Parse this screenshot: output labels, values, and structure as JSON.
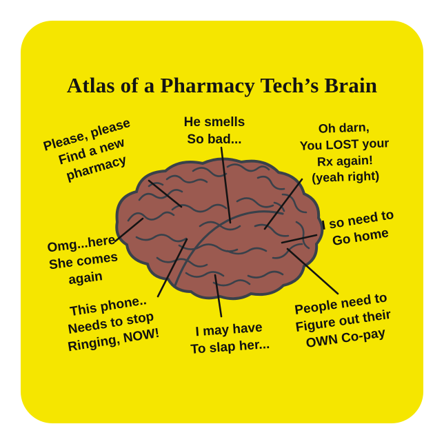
{
  "sticker": {
    "title": "Atlas of a Pharmacy Tech’s Brain",
    "colors": {
      "sticker_bg": "#f5e600",
      "brain_fill": "#9b5a50",
      "brain_outline": "#39414a",
      "line_color": "#141414",
      "text_color": "#111111"
    },
    "labels": [
      {
        "id": "find-new-pharmacy",
        "lines": [
          "Please, please",
          "Find a new",
          "pharmacy"
        ]
      },
      {
        "id": "he-smells",
        "lines": [
          "He smells",
          "So bad..."
        ]
      },
      {
        "id": "lost-rx",
        "lines": [
          "Oh darn,",
          "You LOST your",
          "Rx again!",
          "(yeah right)"
        ]
      },
      {
        "id": "omg-here",
        "lines": [
          "Omg...here",
          "She comes",
          "again"
        ]
      },
      {
        "id": "go-home",
        "lines": [
          "I so need to",
          "Go home"
        ]
      },
      {
        "id": "phone-ringing",
        "lines": [
          "This phone..",
          "Needs to stop",
          "Ringing, NOW!"
        ]
      },
      {
        "id": "slap-her",
        "lines": [
          "I may have",
          "To slap her..."
        ]
      },
      {
        "id": "own-copay",
        "lines": [
          "People need to",
          "Figure out their",
          "OWN Co-pay"
        ]
      }
    ]
  }
}
